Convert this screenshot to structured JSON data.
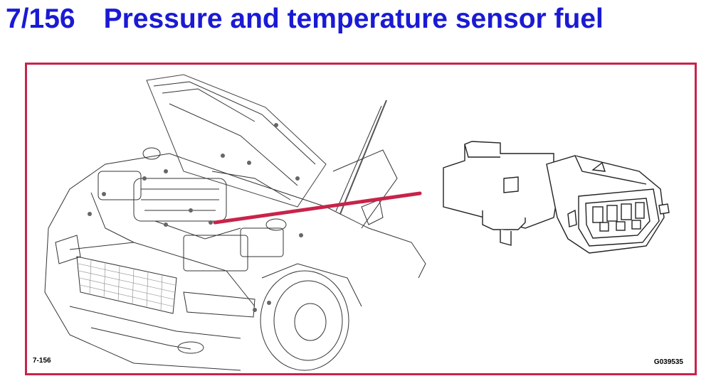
{
  "title": {
    "number": "7/156",
    "text": "Pressure and temperature sensor fuel",
    "color": "#1a1ad4"
  },
  "figure": {
    "frame_color": "#c8234a",
    "pointer_color": "#c8234a",
    "label_left": "7-156",
    "label_right": "G039535"
  },
  "icons": [
    "car-engine-bay-drawing",
    "sensor-connector-drawing"
  ]
}
